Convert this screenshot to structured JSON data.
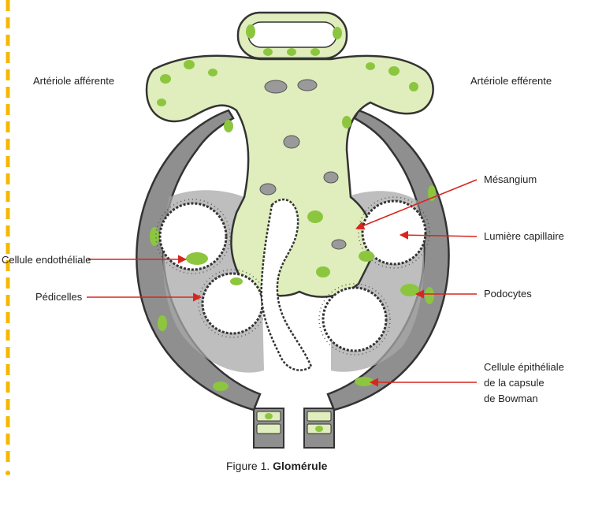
{
  "labels": {
    "afferent": "Artériole afférente",
    "efferent": "Artériole efférente",
    "mesangium": "Mésangium",
    "capillary_lumen": "Lumière capillaire",
    "endothelial": "Cellule endothéliale",
    "podocytes": "Podocytes",
    "pedicels": "Pédicelles",
    "epithelial_l1": "Cellule épithéliale",
    "epithelial_l2": "de la capsule",
    "epithelial_l3": "de Bowman"
  },
  "caption": {
    "prefix": "Figure 1. ",
    "title": "Glomérule"
  },
  "colors": {
    "arrow": "#d7261e",
    "cytoplasm": "#dfeebc",
    "nucleus": "#8cc63f",
    "tissue": "#9a9a9a",
    "outline": "#333333",
    "page_marker": "#f5b800"
  }
}
